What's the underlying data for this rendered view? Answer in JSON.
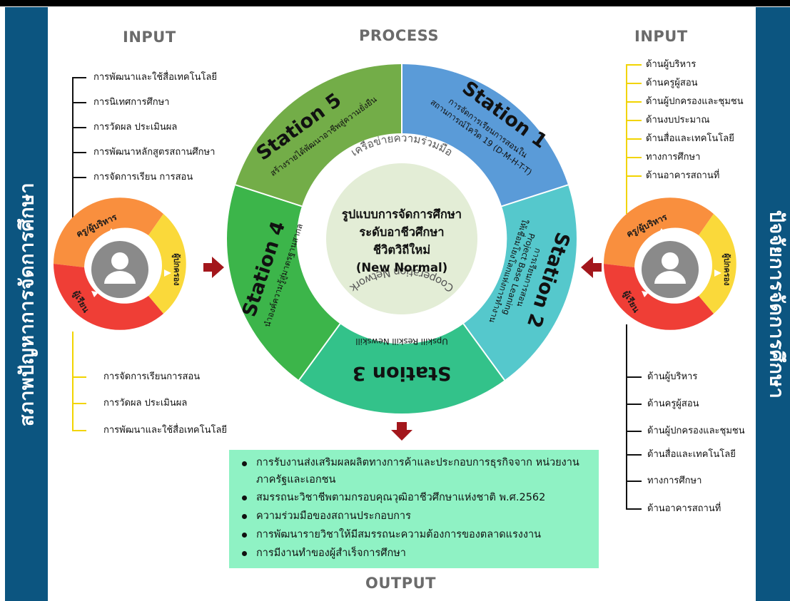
{
  "left_title": "สภาพปัญหาการจัดการศึกษา",
  "right_title": "ปัจจัยการจัดการศึกษา",
  "headers": {
    "input_left": "INPUT",
    "process": "PROCESS",
    "input_right": "INPUT",
    "output": "OUTPUT"
  },
  "left_top_items": [
    "การพัฒนาและใช้สื่อเทคโนโลยี",
    "การนิเทศการศึกษา",
    "การวัดผล ประเมินผล",
    "การพัฒนาหลักสูตรสถานศึกษา",
    "การจัดการเรียน การสอน"
  ],
  "left_bottom_items": [
    "การจัดการเรียนการสอน",
    "การวัดผล ประเมินผล",
    "การพัฒนาและใช้สื่อเทคโนโลยี"
  ],
  "right_top_items": [
    "ด้านผู้บริหาร",
    "ด้านครูผู้สอน",
    "ด้านผู้ปกครองและชุมชน",
    "ด้านงบประมาณ",
    "ด้านสื่อและเทคโนโลยี",
    "ทางการศึกษา",
    "ด้านอาคารสถานที่"
  ],
  "right_bottom_items": [
    "ด้านผู้บริหาร",
    "ด้านครูผู้สอน",
    "ด้านผู้ปกครองและชุมชน",
    "ด้านสื่อและเทคโนโลยี",
    "ทางการศึกษา",
    "ด้านอาคารสถานที่"
  ],
  "cycle": {
    "admin": "ครู/ผู้บริหาร",
    "parent": "ผู้ปกครอง",
    "student": "ผู้เรียน"
  },
  "stations": {
    "s1_title": "Station 1",
    "s1_line1": "การจัดการเรียนการสอนใน",
    "s1_line2": "สถานการณ์โควิด 19 (D-M-H-T-T)",
    "s2_title": "Station 2",
    "s2_line1": "การเรียนการสอน",
    "s2_line2": "Project Base Leaning",
    "s2_line3": "ให้เชื่อมโยงโลกแห่งการทำงาน",
    "s3_title": "Station 3",
    "s3_line1": "Upskill Reskill Newskill",
    "s4_title": "Station 4",
    "s4_line1": "นำองค์ความรู้สู่มาตรฐานสากล",
    "s5_title": "Station 5",
    "s5_line1": "สร้างรายได้พัฒนาอาชีพสู่ความยั่งยืน"
  },
  "ring": {
    "top_label": "เครือข่ายความร่วมมือ",
    "bottom_label": "Cooperation Network"
  },
  "center": {
    "line1": "รูปแบบการจัดการศึกษา",
    "line2": "ระดับอาชีวศึกษา",
    "line3": "ชีวิตวิถีใหม่",
    "line4": "(New Normal)"
  },
  "output_items": [
    "การรับงานส่งเสริมผลผลิตทางการค้าและประกอบการธุรกิจจาก หน่วยงานภาครัฐและเอกชน",
    "สมรรถนะวิชาชีพตามกรอบคุณวุฒิอาชีวศึกษาแห่งชาติ พ.ศ.2562",
    "ความร่วมมือของสถานประกอบการ",
    "การพัฒนารายวิชาให้มีสมรรถนะความต้องการของตลาดแรงงาน",
    "การมีงานทำของผู้สำเร็จการศึกษา"
  ],
  "colors": {
    "sidebar": "#0c5580",
    "station1": "#5a9bd8",
    "station2": "#55c8cc",
    "station3": "#33c28a",
    "station4": "#3cb54a",
    "station5": "#73ad48",
    "output_box": "#8ff2c4",
    "arrow": "#a3171c",
    "cycle_orange": "#f98f3e",
    "cycle_yellow": "#fad93a",
    "cycle_red": "#ef3e36"
  }
}
